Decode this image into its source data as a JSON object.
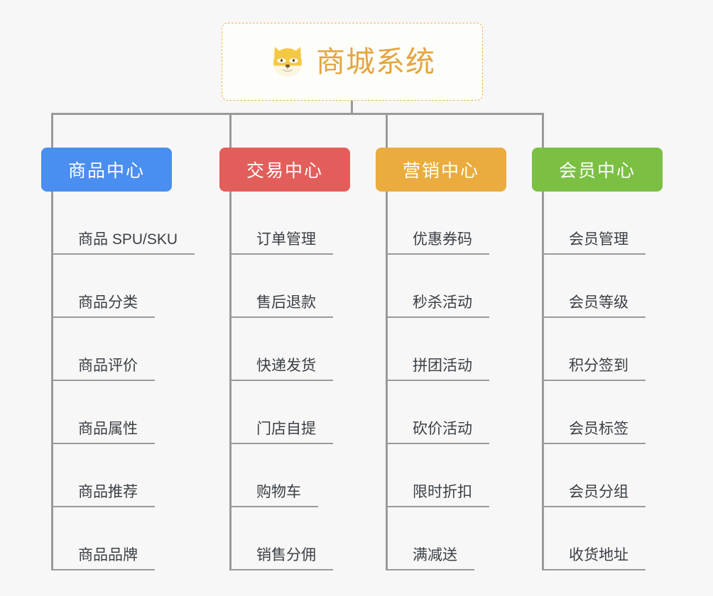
{
  "root": {
    "title": "商城系统",
    "icon": "shiba-dog-face-icon",
    "border_color": "#eab954",
    "text_color": "#e3a63f",
    "background": "#fdfdfa"
  },
  "page": {
    "background": "#f7f7f7",
    "connector_color": "#9a9a9a"
  },
  "columns": [
    {
      "title": "商品中心",
      "color": "#4a8ef0",
      "items": [
        "商品 SPU/SKU",
        "商品分类",
        "商品评价",
        "商品属性",
        "商品推荐",
        "商品品牌"
      ]
    },
    {
      "title": "交易中心",
      "color": "#e35e5b",
      "items": [
        "订单管理",
        "售后退款",
        "快递发货",
        "门店自提",
        "购物车",
        "销售分佣"
      ]
    },
    {
      "title": "营销中心",
      "color": "#eaac3e",
      "items": [
        "优惠券码",
        "秒杀活动",
        "拼团活动",
        "砍价活动",
        "限时折扣",
        "满减送"
      ]
    },
    {
      "title": "会员中心",
      "color": "#7bc043",
      "items": [
        "会员管理",
        "会员等级",
        "积分签到",
        "会员标签",
        "会员分组",
        "收货地址"
      ]
    }
  ]
}
